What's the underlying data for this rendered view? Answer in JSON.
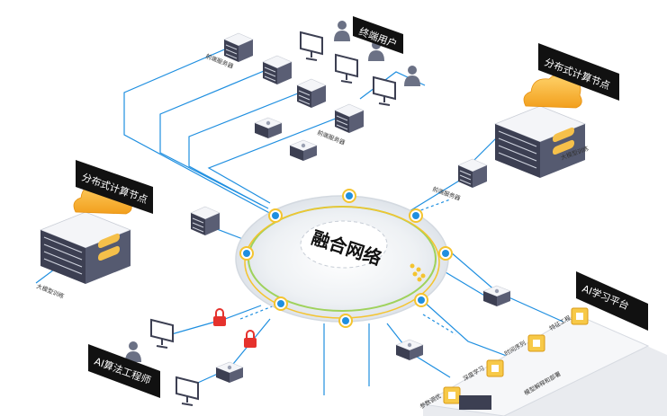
{
  "hub": {
    "label": "融合网络"
  },
  "labels": {
    "terminal_users": "终端用户",
    "dist_node_right": "分布式计算节点",
    "dist_node_left": "分布式计算节点",
    "ai_platform": "AI学习平台",
    "ai_engineer": "AI算法工程师"
  },
  "small_labels": {
    "frontend_server_top": "前端服务器",
    "frontend_server_mid": "前端服务器",
    "frontend_server_right": "前端服务器",
    "big_model_right": "大模型训练",
    "big_model_left": "大模型训练"
  },
  "platform_items": {
    "feature_eng": "特征工程",
    "time_series": "时间序列",
    "deep_learning": "深度学习",
    "param_tuning": "参数调优",
    "model_deploy": "模型解释和部署"
  },
  "colors": {
    "accent_blue": "#1f8fe0",
    "server_dark": "#3c3f52",
    "server_light": "#eef0f5",
    "cloud_orange": "#f5a623",
    "label_black": "#111111"
  }
}
